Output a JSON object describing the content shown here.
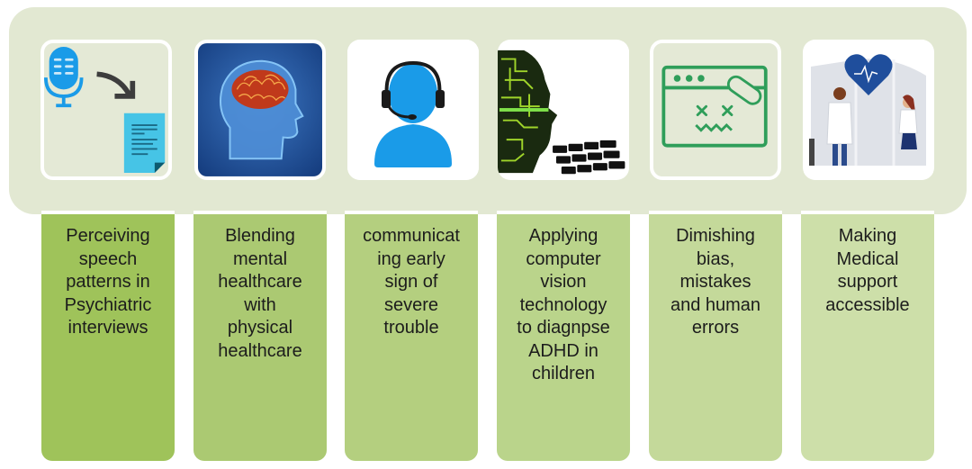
{
  "diagram": {
    "panel_color": "#e2e8d2",
    "items": [
      {
        "icon": "speech-to-text-icon",
        "text": "Perceiving\nspeech\npatterns in\nPsychiatric\ninterviews",
        "color": "#9fc35a"
      },
      {
        "icon": "brain-head-icon",
        "text": "Blending\nmental\nhealthcare\nwith\nphysical\nhealthcare",
        "color": "#abc972"
      },
      {
        "icon": "headset-agent-icon",
        "text": "communicat\ning early\nsign of\nsevere\ntrouble",
        "color": "#b4cf7f"
      },
      {
        "icon": "circuit-face-keyboard-icon",
        "text": "Applying\ncomputer\nvision\ntechnology\nto diagnpse\nADHD in\nchildren",
        "color": "#bad48b"
      },
      {
        "icon": "broken-window-bandage-icon",
        "text": "Dimishing\nbias,\nmistakes\nand human\nerrors",
        "color": "#c4d99a"
      },
      {
        "icon": "doctors-heart-icon",
        "text": "Making\nMedical\nsupport\naccessible",
        "color": "#cddfa9"
      }
    ]
  }
}
